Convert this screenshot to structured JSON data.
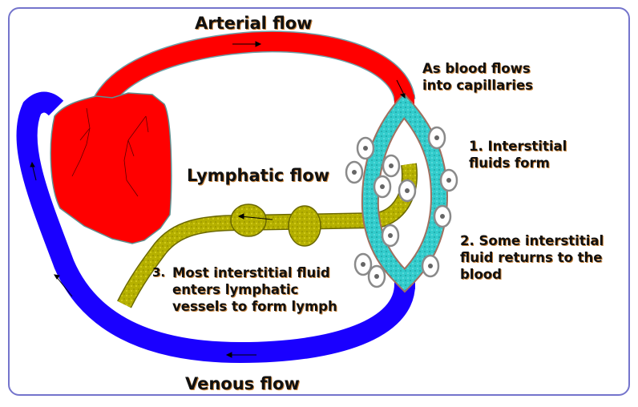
{
  "title_labels": {
    "arterial": "Arterial flow",
    "lymphatic": "Lymphatic flow",
    "venous": "Venous flow"
  },
  "notes": {
    "capillaries": "As blood flows\ninto capillaries",
    "step1": "1. Interstitial\nfluids form",
    "step2": "2. Some interstitial\nfluid returns to the\nblood",
    "step3_number": "3.",
    "step3": "Most interstitial fluid\nenters lymphatic\nvessels to form lymph"
  },
  "colors": {
    "arterial": "#ff0000",
    "venous": "#1a00ff",
    "capillary": "#33cccc",
    "lymph": "#b5b000",
    "cell_outline": "#8a8a8a",
    "frame": "#7474cc"
  }
}
